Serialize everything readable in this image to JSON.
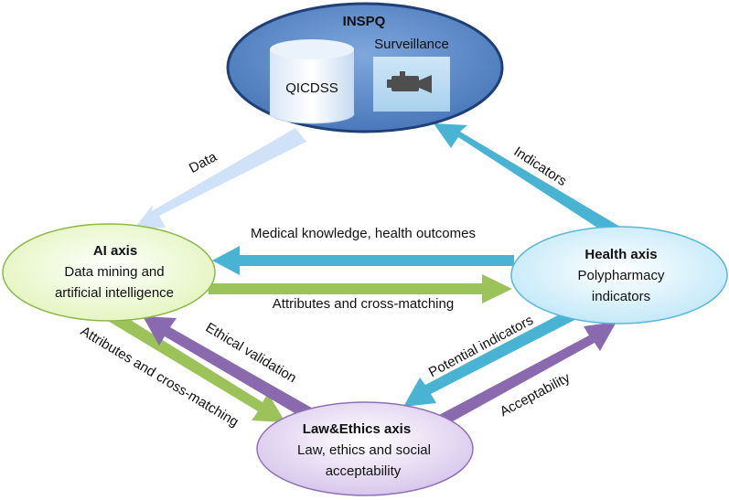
{
  "colors": {
    "inspq_fill": "#5b8ac9",
    "inspq_stroke": "#1f3f78",
    "ai_fill": "#eefad2",
    "ai_stroke": "#8db84a",
    "health_fill": "#d6f0fb",
    "health_stroke": "#59b6dc",
    "law_fill": "#e7dcf3",
    "law_stroke": "#8d72b3",
    "arrow_data": "#cfe2f8",
    "arrow_cyan": "#49b3d4",
    "arrow_green": "#9cc25a",
    "arrow_purple": "#8a6aae"
  },
  "inspq": {
    "title": "INSPQ",
    "database_label": "QICDSS",
    "surveillance_label": "Surveillance",
    "database_icon": "database-cylinder-icon",
    "camera_icon": "video-camera-icon"
  },
  "ai_axis": {
    "title": "AI axis",
    "line1": "Data mining and",
    "line2": "artificial intelligence"
  },
  "health_axis": {
    "title": "Health axis",
    "line1": "Polypharmacy",
    "line2": "indicators"
  },
  "law_axis": {
    "title": "Law&Ethics axis",
    "line1": "Law, ethics and social",
    "line2": "acceptability"
  },
  "arrows": {
    "data": "Data",
    "indicators": "Indicators",
    "medical_knowledge": "Medical knowledge, health outcomes",
    "attributes_right": "Attributes and cross-matching",
    "attributes_down": "Attributes and cross-matching",
    "ethical_validation": "Ethical validation",
    "potential_indicators": "Potential indicators",
    "acceptability": "Acceptability"
  }
}
